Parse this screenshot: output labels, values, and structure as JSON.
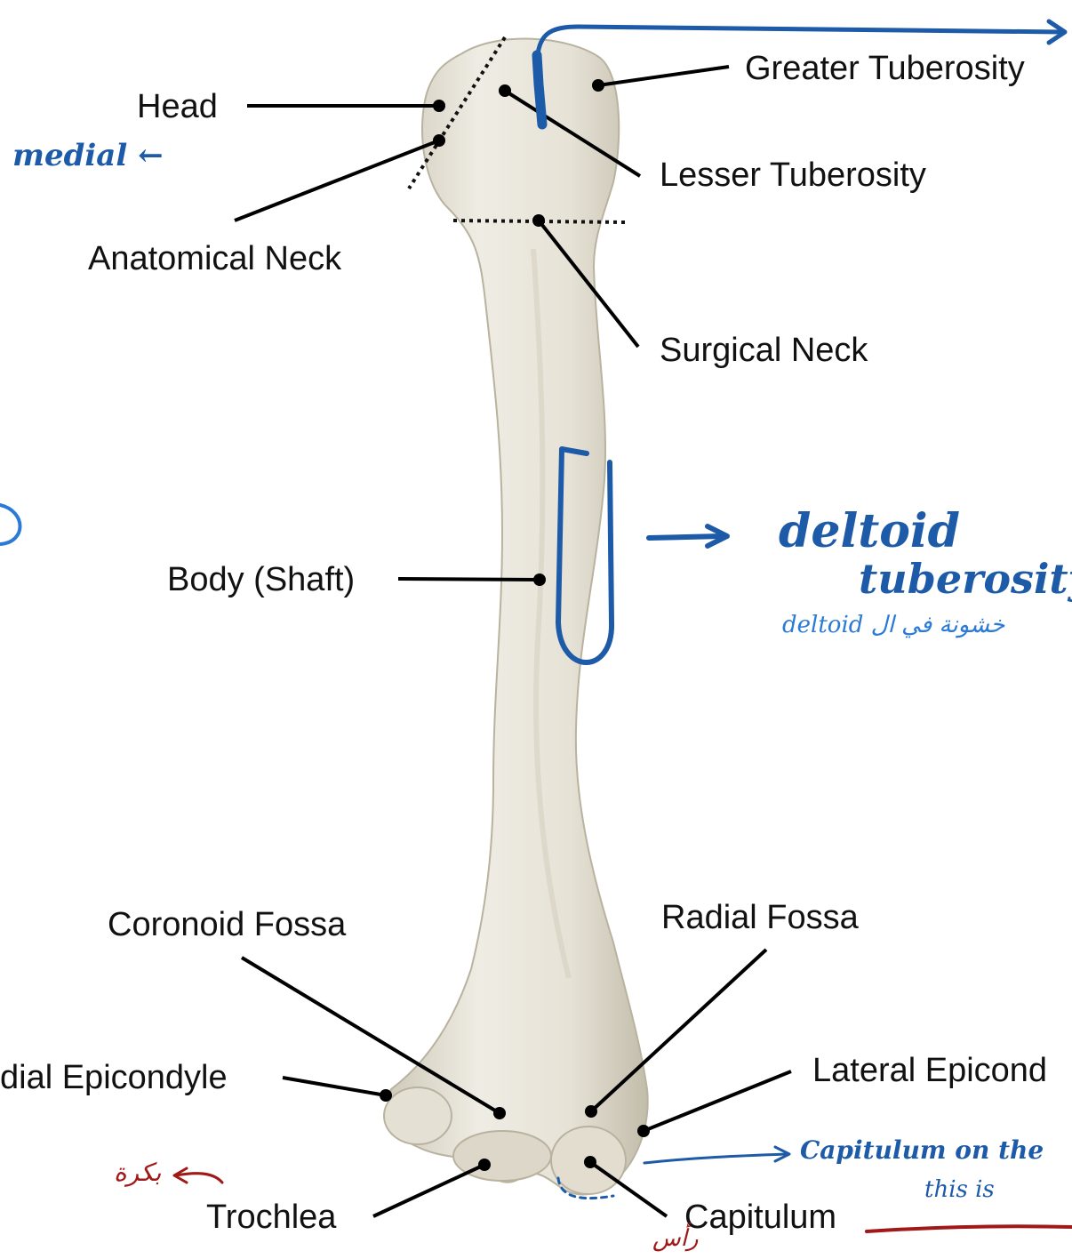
{
  "labels": {
    "head": "Head",
    "anatomical_neck": "Anatomical Neck",
    "greater_tuberosity": "Greater Tuberosity",
    "lesser_tuberosity": "Lesser Tuberosity",
    "surgical_neck": "Surgical Neck",
    "body_shaft": "Body (Shaft)",
    "coronoid_fossa": "Coronoid Fossa",
    "radial_fossa": "Radial Fossa",
    "medial_epicondyle": "dial Epicondyle",
    "lateral_epicondyle": "Lateral Epicond",
    "trochlea": "Trochlea",
    "capitulum": "Capitulum"
  },
  "annotations": {
    "medial": "medial ←",
    "deltoid_1": "deltoid",
    "deltoid_2": "tuberosity",
    "deltoid_arabic": "deltoid خشونة في ال",
    "capitulum_note_1": "Capitulum on the",
    "capitulum_note_2": "this is",
    "trochlea_arabic": "بكرة",
    "capitulum_arabic": "رأس"
  },
  "colors": {
    "bone": "#e9e6dc",
    "bone_shadow": "#c9c4b4",
    "ink_blue": "#1d5aa8",
    "ink_light_blue": "#2a7ad6",
    "ink_red": "#a01818",
    "leader": "#000000"
  }
}
